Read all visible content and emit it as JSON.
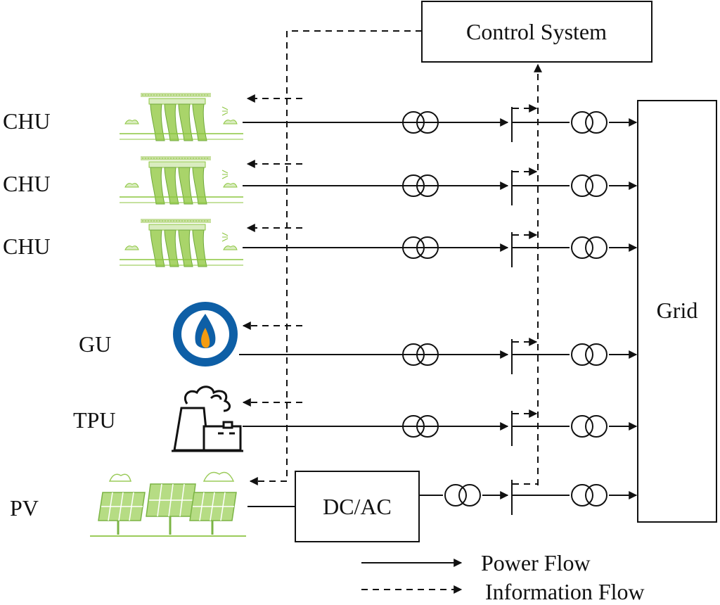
{
  "control_system": {
    "label": "Control System"
  },
  "grid": {
    "label": "Grid"
  },
  "converter": {
    "label": "DC/AC"
  },
  "sources": [
    {
      "id": "chu1",
      "label": "CHU",
      "icon": "hydropower-dam-icon"
    },
    {
      "id": "chu2",
      "label": "CHU",
      "icon": "hydropower-dam-icon"
    },
    {
      "id": "chu3",
      "label": "CHU",
      "icon": "hydropower-dam-icon"
    },
    {
      "id": "gu",
      "label": "GU",
      "icon": "gas-flame-icon"
    },
    {
      "id": "tpu",
      "label": "TPU",
      "icon": "thermal-power-plant-icon"
    },
    {
      "id": "pv",
      "label": "PV",
      "icon": "solar-panel-icon"
    }
  ],
  "legend": {
    "power_flow": "Power Flow",
    "information_flow": "Information Flow"
  },
  "colors": {
    "line": "#111111",
    "hydro_green": "#8cc63f",
    "solar_green": "#9bcb5a",
    "gas_blue": "#0e5fa6",
    "flame_orange": "#f39c12"
  }
}
